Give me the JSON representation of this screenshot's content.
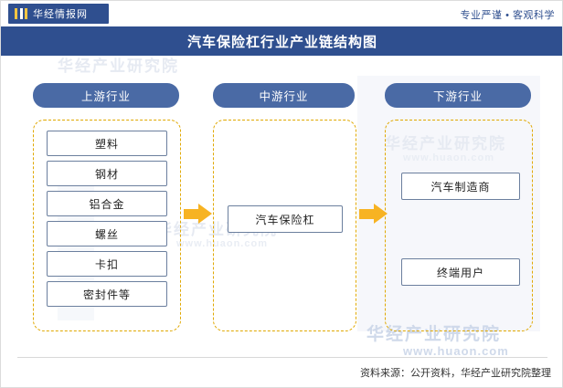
{
  "header": {
    "logo_text": "华经情报网",
    "slogan": "专业严谨 • 客观科学"
  },
  "title": "汽车保险杠行业产业链结构图",
  "columns": [
    {
      "label": "上游行业"
    },
    {
      "label": "中游行业"
    },
    {
      "label": "下游行业"
    }
  ],
  "upstream_nodes": [
    {
      "label": "塑料"
    },
    {
      "label": "钢材"
    },
    {
      "label": "铝合金"
    },
    {
      "label": "螺丝"
    },
    {
      "label": "卡扣"
    },
    {
      "label": "密封件等"
    }
  ],
  "midstream_nodes": [
    {
      "label": "汽车保险杠"
    }
  ],
  "downstream_nodes": [
    {
      "label": "汽车制造商"
    },
    {
      "label": "终端用户"
    }
  ],
  "watermarks": {
    "brand_cn": "华经产业研究院",
    "brand_url": "www.huaon.com"
  },
  "footer": {
    "source": "资料来源：公开资料，华经产业研究院整理"
  },
  "colors": {
    "brand_blue": "#2f4f8f",
    "header_blue": "#4a6aa5",
    "dashed_gold": "#e0a800",
    "arrow_gold": "#f7b323"
  }
}
